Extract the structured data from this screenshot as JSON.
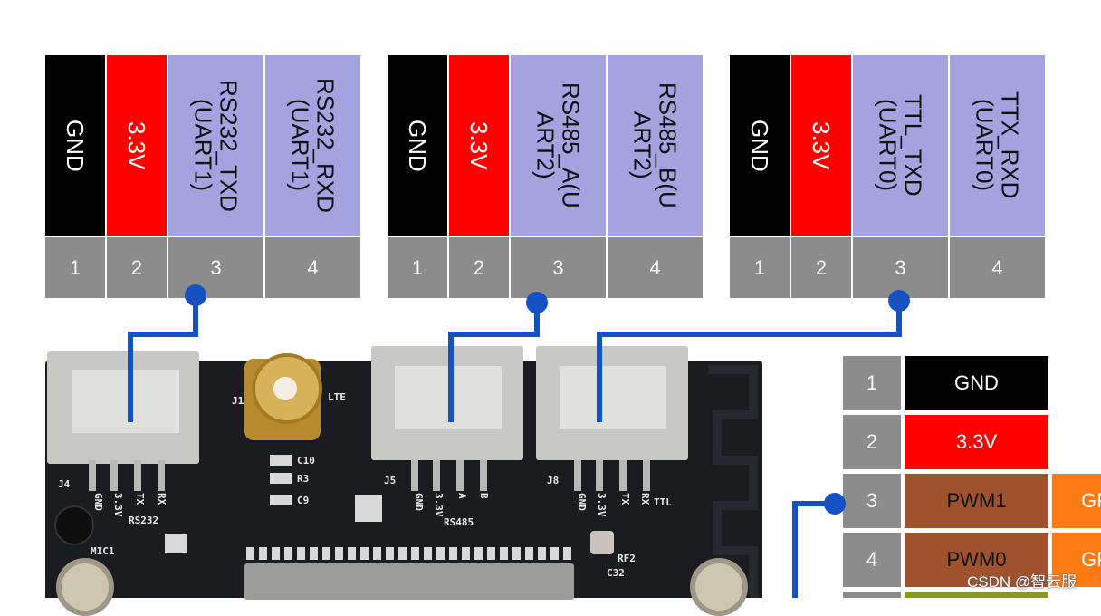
{
  "connectors": [
    {
      "pins": [
        {
          "label": "GND",
          "num": "1"
        },
        {
          "label": "3.3V",
          "num": "2"
        },
        {
          "label": "RS232_TXD\n(UART1)",
          "num": "3"
        },
        {
          "label": "RS232_RXD\n(UART1)",
          "num": "4"
        }
      ]
    },
    {
      "pins": [
        {
          "label": "GND",
          "num": "1"
        },
        {
          "label": "3.3V",
          "num": "2"
        },
        {
          "label": "RS485_A(U\nART2)",
          "num": "3"
        },
        {
          "label": "RS485_B(U\nART2)",
          "num": "4"
        }
      ]
    },
    {
      "pins": [
        {
          "label": "GND",
          "num": "1"
        },
        {
          "label": "3.3V",
          "num": "2"
        },
        {
          "label": "TTL_TXD\n(UART0)",
          "num": "3"
        },
        {
          "label": "TTX_RXD\n(UART0)",
          "num": "4"
        }
      ]
    }
  ],
  "board_silk": {
    "j4": "J4",
    "j5": "J5",
    "j8": "J8",
    "j1": "J1",
    "lte": "LTE",
    "rs232": "RS232",
    "rs485": "RS485",
    "ttl": "TTL",
    "gnd": "GND",
    "v33": "3.3V",
    "tx": "TX",
    "rx": "RX",
    "a": "A",
    "b": "B",
    "c10": "C10",
    "r3": "R3",
    "c9": "C9",
    "mic1": "MIC1",
    "rf2": "RF2",
    "c32": "C32"
  },
  "right_table": [
    {
      "num": "1",
      "label": "GND"
    },
    {
      "num": "2",
      "label": "3.3V"
    },
    {
      "num": "3",
      "label": "PWM1",
      "extra": "GPIO"
    },
    {
      "num": "4",
      "label": "PWM0",
      "extra": "GPIO"
    }
  ],
  "watermark": "CSDN @智云服",
  "colors": {
    "gnd": "#000000",
    "v33": "#ff0000",
    "signal": "#a5a2e0",
    "pwm": "#a0522d",
    "gpio": "#ff7a12",
    "wire": "#1551c2",
    "pin_number": "#8c8c8c"
  }
}
